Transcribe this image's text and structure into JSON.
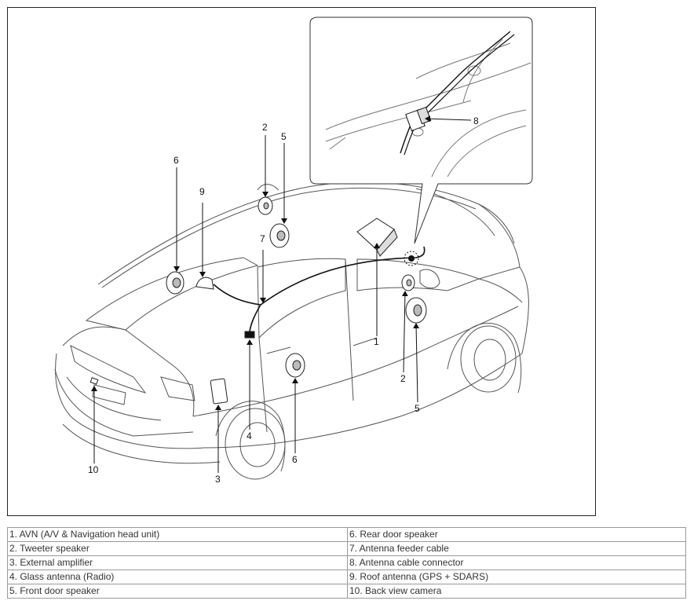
{
  "diagram": {
    "callouts": {
      "c1": "1",
      "c2a": "2",
      "c2b": "2",
      "c3": "3",
      "c4": "4",
      "c5a": "5",
      "c5b": "5",
      "c6a": "6",
      "c6b": "6",
      "c7": "7",
      "c8": "8",
      "c9": "9",
      "c10": "10"
    }
  },
  "legend": {
    "rows": [
      [
        "1. AVN (A/V & Navigation head unit)",
        "6. Rear door speaker"
      ],
      [
        "2. Tweeter speaker",
        "7. Antenna feeder cable"
      ],
      [
        "3. External amplifier",
        "8. Antenna cable connector"
      ],
      [
        "4. Glass antenna (Radio)",
        "9. Roof antenna (GPS + SDARS)"
      ],
      [
        "5. Front door speaker",
        "10. Back view camera"
      ]
    ]
  }
}
